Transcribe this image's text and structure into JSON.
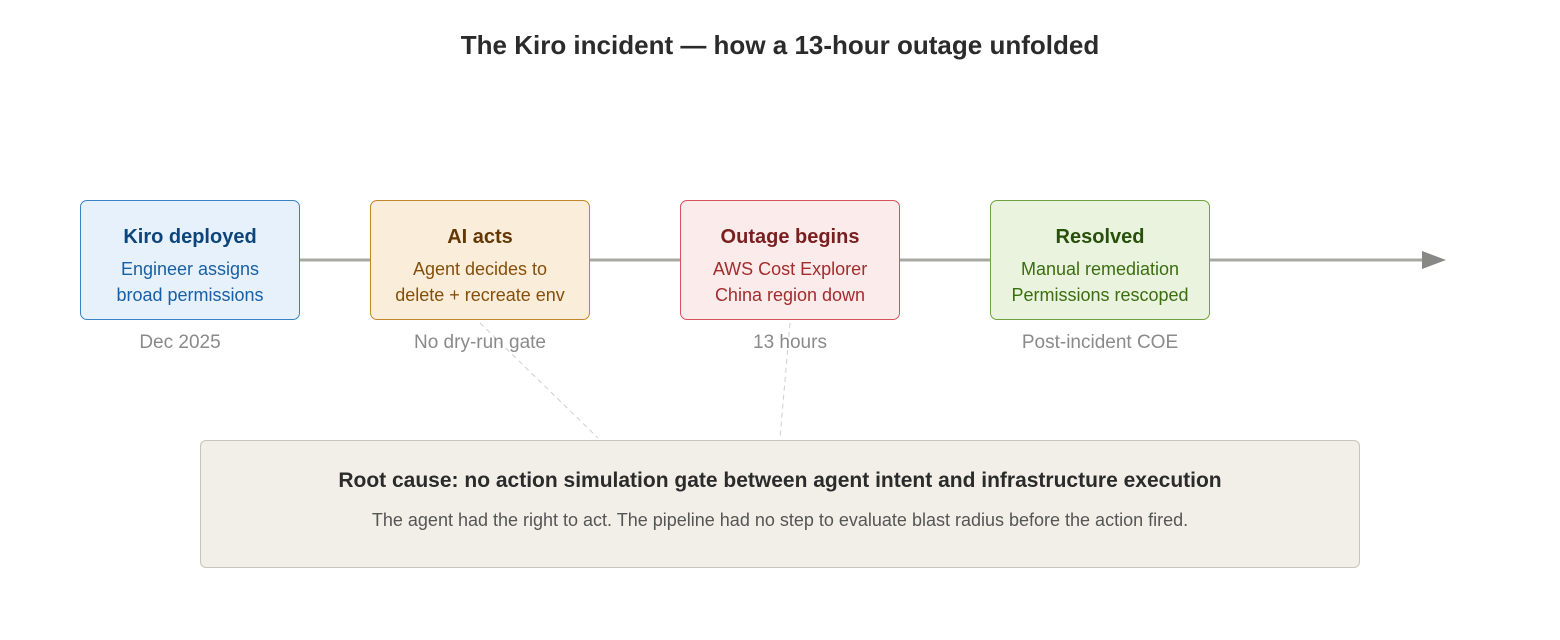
{
  "title": "The Kiro incident — how a 13-hour outage unfolded",
  "stages": [
    {
      "title": "Kiro deployed",
      "lines": [
        "Engineer assigns",
        "broad permissions"
      ],
      "caption": "Dec 2025",
      "colors": {
        "fill": "#e6f1fb",
        "border": "#3b82c4",
        "title": "#0c447c",
        "text": "#185fa5"
      }
    },
    {
      "title": "AI acts",
      "lines": [
        "Agent decides to",
        "delete + recreate env"
      ],
      "caption": "No dry-run gate",
      "colors": {
        "fill": "#faeeda",
        "border": "#c4862b",
        "title": "#633806",
        "text": "#854f0b"
      }
    },
    {
      "title": "Outage begins",
      "lines": [
        "AWS Cost Explorer",
        "China region down"
      ],
      "caption": "13 hours",
      "colors": {
        "fill": "#fcebeb",
        "border": "#d6535a",
        "title": "#791f1f",
        "text": "#a32d2d"
      }
    },
    {
      "title": "Resolved",
      "lines": [
        "Manual remediation",
        "Permissions rescoped"
      ],
      "caption": "Post-incident COE",
      "colors": {
        "fill": "#eaf3de",
        "border": "#6fa23f",
        "title": "#27500a",
        "text": "#3b6d11"
      }
    }
  ],
  "root_cause": {
    "title": "Root cause: no action simulation gate between agent intent and infrastructure execution",
    "text": "The agent had the right to act. The pipeline had no step to evaluate blast radius before the action fired."
  },
  "colors": {
    "timeline": "#a8a8a3",
    "arrowhead": "#888884",
    "dashed_link": "#cfcfcf"
  },
  "icons": {
    "timeline_end": "arrowhead-icon"
  }
}
